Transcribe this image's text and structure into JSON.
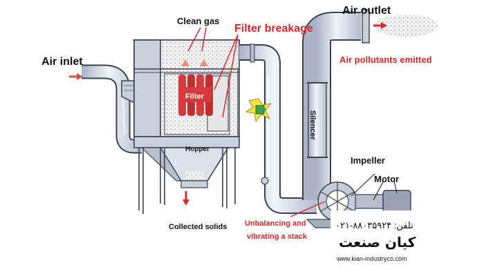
{
  "labels": {
    "air_inlet": "Air inlet",
    "clean_gas": "Clean gas",
    "filter_breakage": "Filter breakage",
    "air_outlet": "Air outlet",
    "air_pollutants": "Air pollutants emitted",
    "filter": "Filter",
    "hopper": "Hopper",
    "silencer": "Silencer",
    "impeller": "Impeller",
    "motor": "Motor",
    "collected_solids": "Collected solids",
    "unbalancing_line1": "Unbalancing and",
    "unbalancing_line2": "vibrating a stack"
  },
  "logo": {
    "phone": "تلفن: ۸۸۰۳۵۹۲۴-۰۲۱",
    "brand": "کیان صنعت",
    "website": "www.kian-industryco.com"
  },
  "colors": {
    "label_red": "#d8262c",
    "label_black": "#111111",
    "arrow_red": "#e0473f",
    "duct_fill": "#dfe5ef",
    "duct_stroke": "#3a4050",
    "filter_red": "#d73a3a",
    "logo_blue": "#1f3e8a",
    "logo_yellow": "#f2c200",
    "warning_yellow": "#f4e43a",
    "warning_green": "#3aa04a"
  }
}
